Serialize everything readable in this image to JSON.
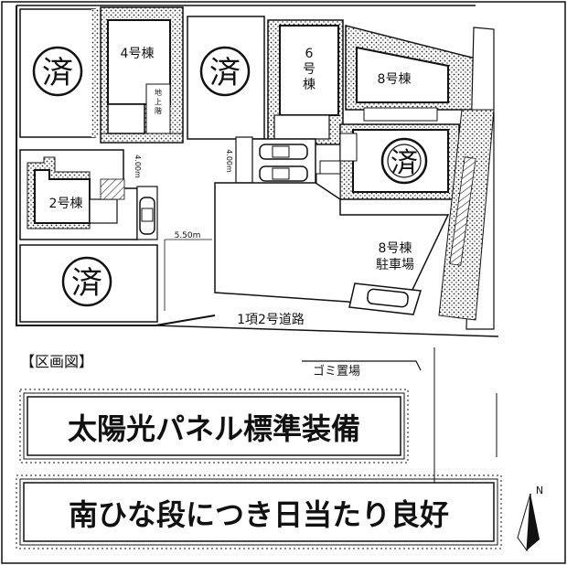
{
  "lots": {
    "lot4": "4号棟",
    "lot6_top": "6",
    "lot6_mid": "号",
    "lot6_bot": "棟",
    "lot8": "8号棟",
    "lot2": "2号棟",
    "lot8_parking_1": "8号棟",
    "lot8_parking_2": "駐車場"
  },
  "sold_mark": "済",
  "small_text": {
    "stair_1": "地",
    "stair_2": "上",
    "stair_3": "階",
    "dim_left": "4.00m",
    "dim_mid": "4.00m",
    "dim_road": "5.50m"
  },
  "road_label": "1項2号道路",
  "section_label": "【区画図】",
  "garbage_label": "ゴミ置場",
  "banner_solar": "太陽光パネル標準装備",
  "banner_south": "南ひな段につき日当たり良好",
  "north_label": "N"
}
